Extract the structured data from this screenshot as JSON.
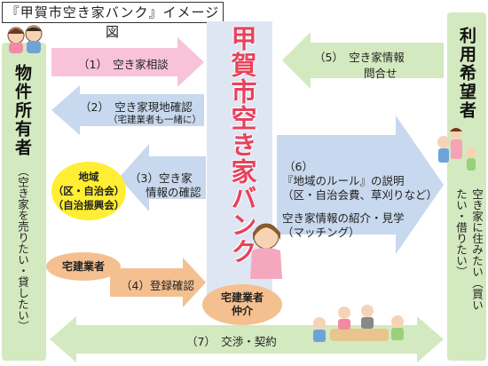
{
  "title": "『甲賀市空き家バンク』イメージ図",
  "owner": {
    "title": "物件所有者",
    "subtitle": "（空き家を売りたい・貸したい）"
  },
  "user": {
    "title": "利用希望者",
    "subtitle": "空き家に住みたい（買いたい・借りたい）"
  },
  "bank": {
    "name": "甲賀市空き家バンク"
  },
  "arrows": {
    "a1": "（1）　空き家相談",
    "a2_main": "（2）　空き家現地確認",
    "a2_sub": "（宅建業者も一緒に）",
    "a3_line1": "（3）空き家",
    "a3_line2": "情報の確認",
    "a4": "（4）登録確認",
    "a5_line1": "（5）　空き家情報",
    "a5_line2": "問合せ",
    "a6_num": "（6）",
    "a6_line1": "『地域のルール』の説明",
    "a6_line2": "（区・自治会費、草刈りなど）",
    "a6_line3": "空き家情報の紹介・見学",
    "a6_line4": "（マッチング）",
    "a7": "（7）　交渉・契約"
  },
  "region": {
    "line1": "地域",
    "line2": "（区・自治会）",
    "line3": "（自治振興会）"
  },
  "realtor": {
    "label": "宅建業者",
    "broker_line1": "宅建業者",
    "broker_line2": "仲介"
  },
  "colors": {
    "pink": "#f8c3d8",
    "blue": "#c8d8ee",
    "green": "#d3e9bf",
    "orange": "#f4c090",
    "yellow": "#ffee33",
    "bank_text": "#e8425b"
  }
}
